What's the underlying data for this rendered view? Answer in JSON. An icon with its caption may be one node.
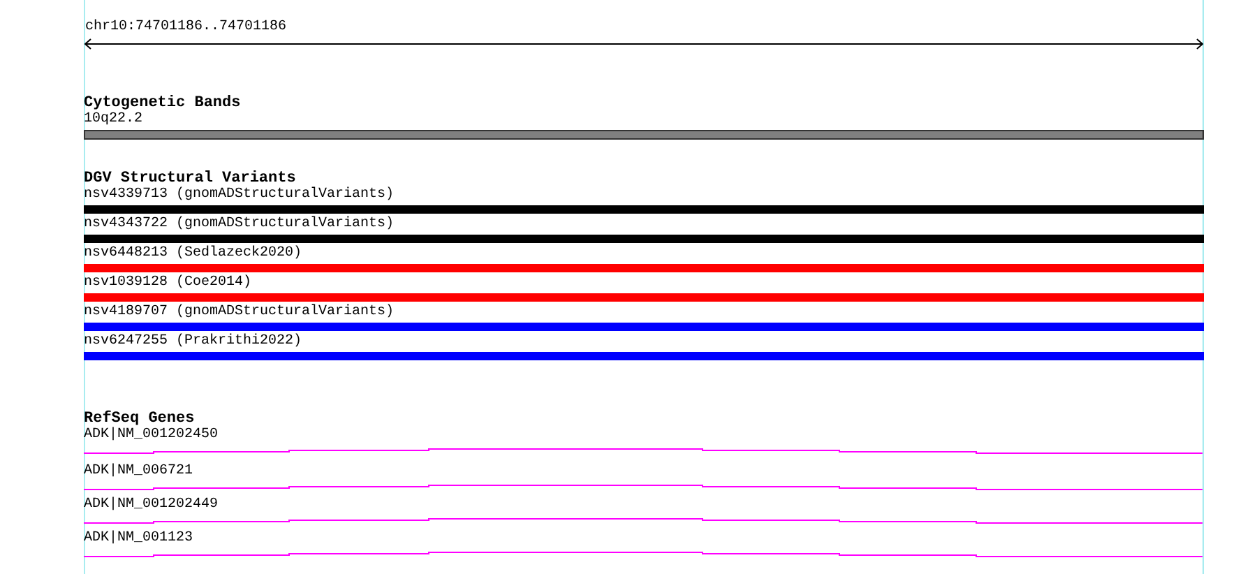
{
  "diagram": {
    "nodes": [
      {
        "text": [
          "10q22.2"
        ]
      },
      {
        "text": [
          "nsv4339713 (gnomADStructuralVariants)"
        ]
      },
      {
        "text": [
          "nsv4343722 (gnomADStructuralVariants)"
        ]
      },
      {
        "text": [
          "nsv6448213 (Sedlazeck2020)"
        ]
      },
      {
        "text": [
          "nsv1039128 (Coe2014)"
        ]
      },
      {
        "text": [
          "nsv4189707 (gnomADStructuralVariants)"
        ]
      },
      {
        "text": [
          "nsv6247255 (Prakrithi2022)"
        ]
      },
      {
        "text": [
          "ADK|NM_001202450"
        ]
      },
      {
        "text": [
          "ADK|NM_006721"
        ]
      },
      {
        "text": [
          "ADK|NM_001202449"
        ]
      },
      {
        "text": [
          "ADK|NM_001123"
        ]
      }
    ],
    "labels": [
      "chr10:74701186..74701186",
      "Cytogenetic Bands",
      "DGV Structural Variants",
      "RefSeq Genes"
    ]
  }
}
